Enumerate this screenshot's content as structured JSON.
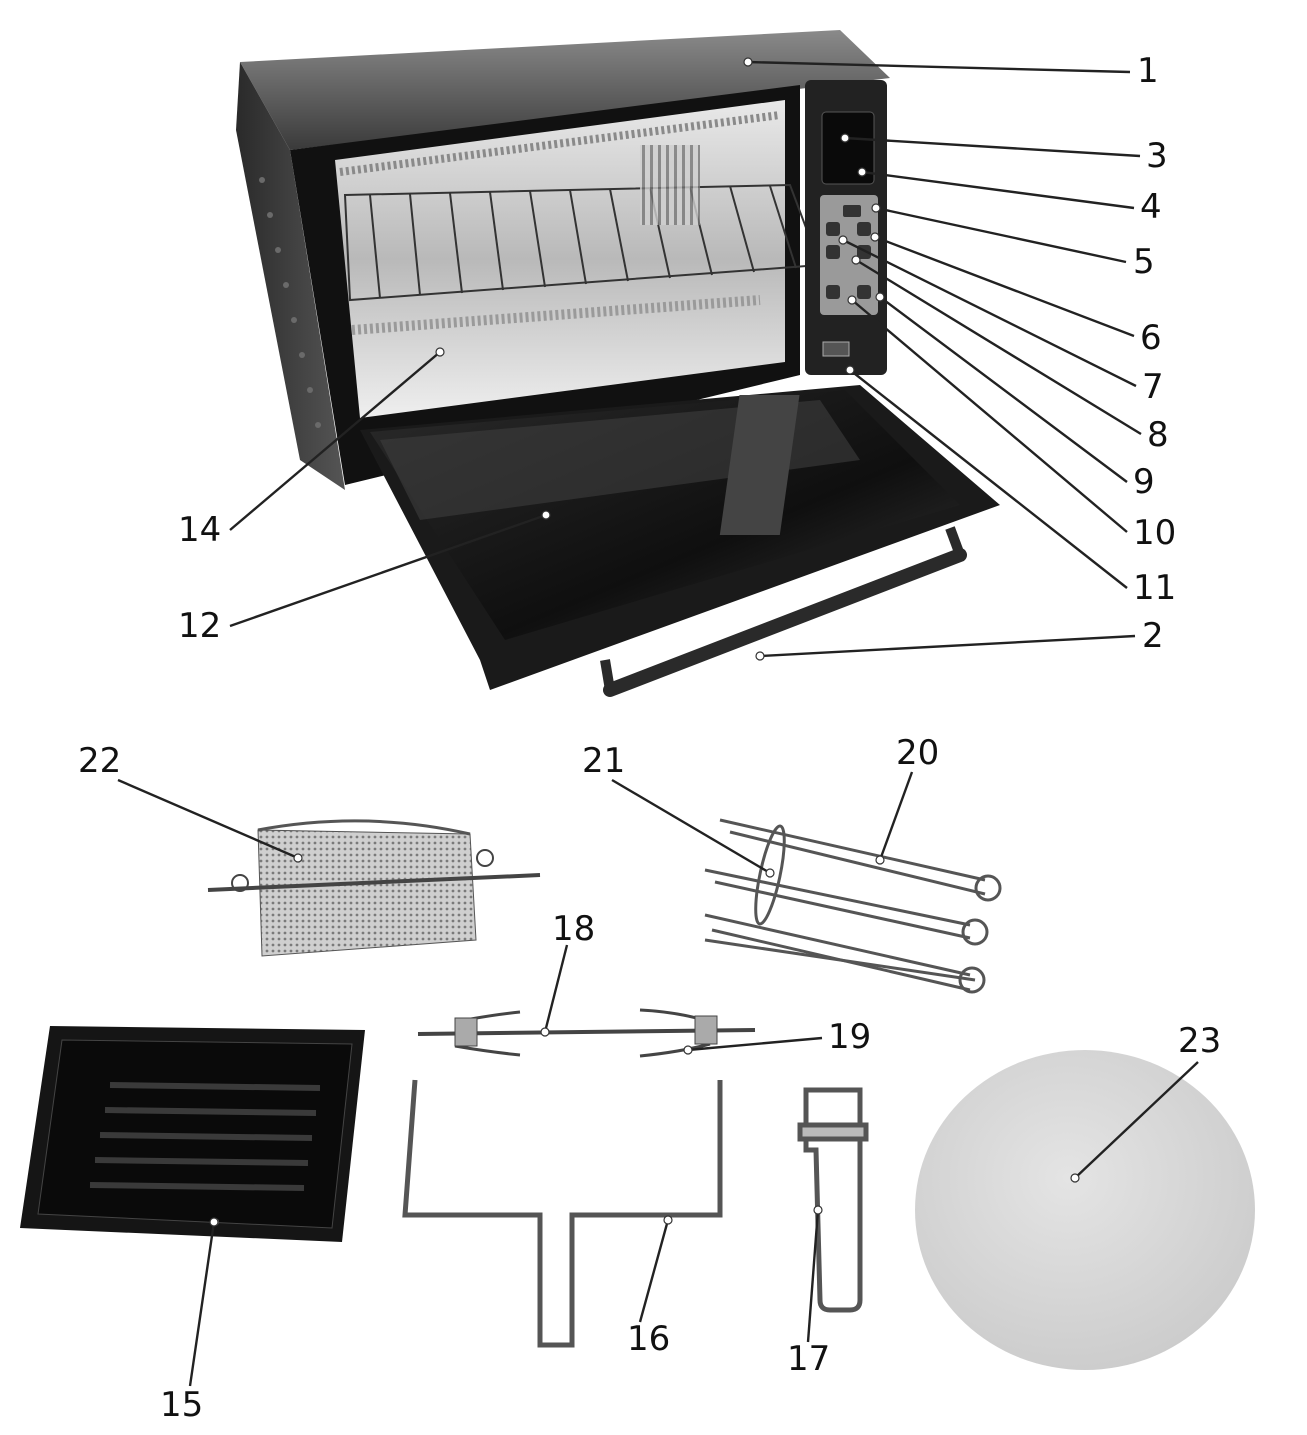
{
  "callouts": [
    {
      "id": "1",
      "label": "1"
    },
    {
      "id": "2",
      "label": "2"
    },
    {
      "id": "3",
      "label": "3"
    },
    {
      "id": "4",
      "label": "4"
    },
    {
      "id": "5",
      "label": "5"
    },
    {
      "id": "6",
      "label": "6"
    },
    {
      "id": "7",
      "label": "7"
    },
    {
      "id": "8",
      "label": "8"
    },
    {
      "id": "9",
      "label": "9"
    },
    {
      "id": "10",
      "label": "10"
    },
    {
      "id": "11",
      "label": "11"
    },
    {
      "id": "12",
      "label": "12"
    },
    {
      "id": "14",
      "label": "14"
    },
    {
      "id": "15",
      "label": "15"
    },
    {
      "id": "16",
      "label": "16"
    },
    {
      "id": "17",
      "label": "17"
    },
    {
      "id": "18",
      "label": "18"
    },
    {
      "id": "19",
      "label": "19"
    },
    {
      "id": "20",
      "label": "20"
    },
    {
      "id": "21",
      "label": "21"
    },
    {
      "id": "22",
      "label": "22"
    },
    {
      "id": "23",
      "label": "23"
    }
  ],
  "oven_panel": {
    "display_icon": "lcd-display-icon",
    "power_badge": "brand-badge-icon"
  },
  "colors": {
    "ink": "#111111",
    "body_dark": "#1a1a1a",
    "steel": "#bdbdbd",
    "stone": "#d9d9d9"
  }
}
